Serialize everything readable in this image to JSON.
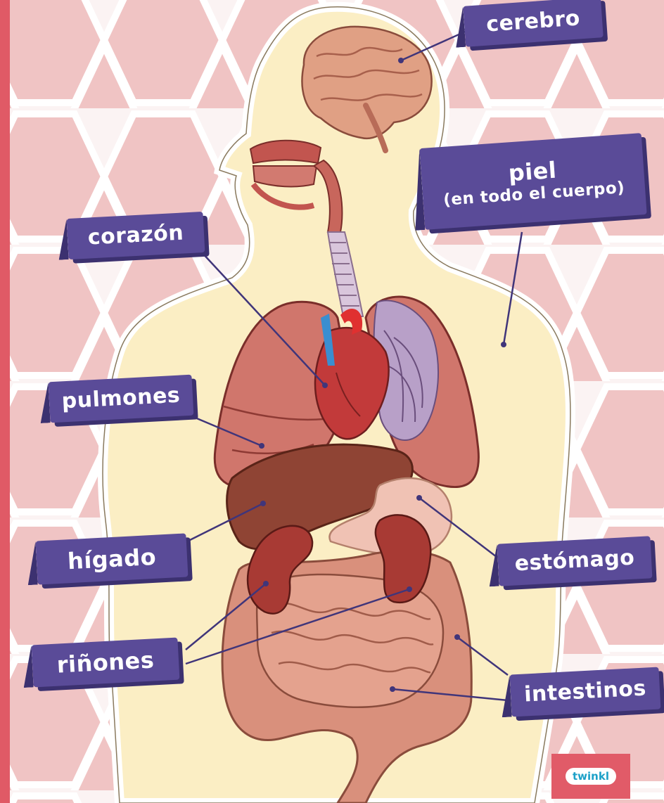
{
  "colors": {
    "label_bg": "#5a4b98",
    "label_shadow": "#3c3170",
    "hex_pattern": "#f0c4c4",
    "left_border": "#e05a66",
    "body_skin": "#fbeec4",
    "organ_red": "#c2554f",
    "liver_brown": "#8f4434",
    "intestine_pink": "#d9907c",
    "leader_line": "#40357a"
  },
  "labels": {
    "cerebro": "cerebro",
    "piel_line1": "piel",
    "piel_line2": "(en todo el cuerpo)",
    "corazon": "corazón",
    "pulmones": "pulmones",
    "higado": "hígado",
    "estomago": "estómago",
    "rinones": "riñones",
    "intestinos": "intestinos"
  },
  "logo": {
    "text": "twinkl"
  }
}
